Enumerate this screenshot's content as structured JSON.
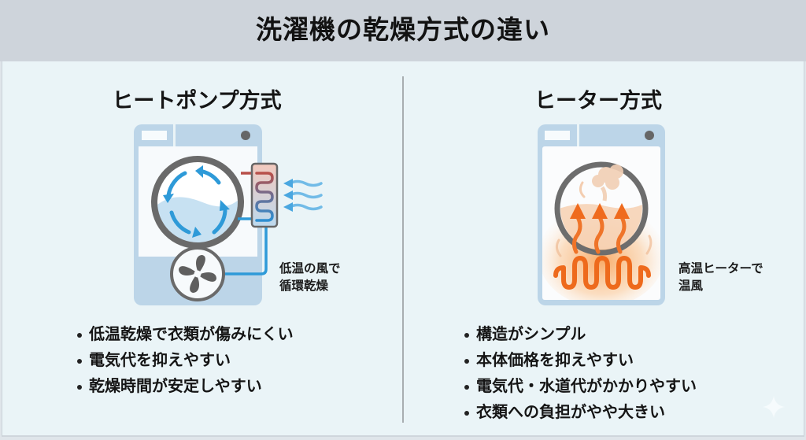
{
  "header": {
    "title": "洗濯機の乾燥方式の違い"
  },
  "colors": {
    "header_bg": "#ced4db",
    "panel_bg": "#eaf4f7",
    "divider": "#a8adb1",
    "machine_body": "#b9d3e6",
    "drum_ring": "#6b6b6b",
    "airflow_blue": "#2e9ad8",
    "heat_orange": "#ee6a1c",
    "text": "#151515"
  },
  "left": {
    "title": "ヒートポンプ方式",
    "illustration": {
      "type": "heat-pump-dryer",
      "icons": [
        "washing-machine-icon",
        "circulation-arrows-icon",
        "heat-exchanger-icon",
        "incoming-air-icon",
        "fan-icon"
      ]
    },
    "caption_line1": "低温の風で",
    "caption_line2": "循環乾燥",
    "bullets": [
      "低温乾燥で衣類が傷みにくい",
      "電気代を抑えやすい",
      "乾燥時間が安定しやすい"
    ]
  },
  "right": {
    "title": "ヒーター方式",
    "illustration": {
      "type": "heater-dryer",
      "icons": [
        "washing-machine-icon",
        "steam-icon",
        "heat-arrows-icon",
        "heater-coil-icon"
      ]
    },
    "caption_line1": "高温ヒーターで",
    "caption_line2": "温風",
    "bullets": [
      "構造がシンプル",
      "本体価格を抑えやすい",
      "電気代・水道代がかかりやすい",
      "衣類への負担がやや大きい"
    ]
  },
  "watermark": {
    "icon": "sparkle-icon"
  }
}
